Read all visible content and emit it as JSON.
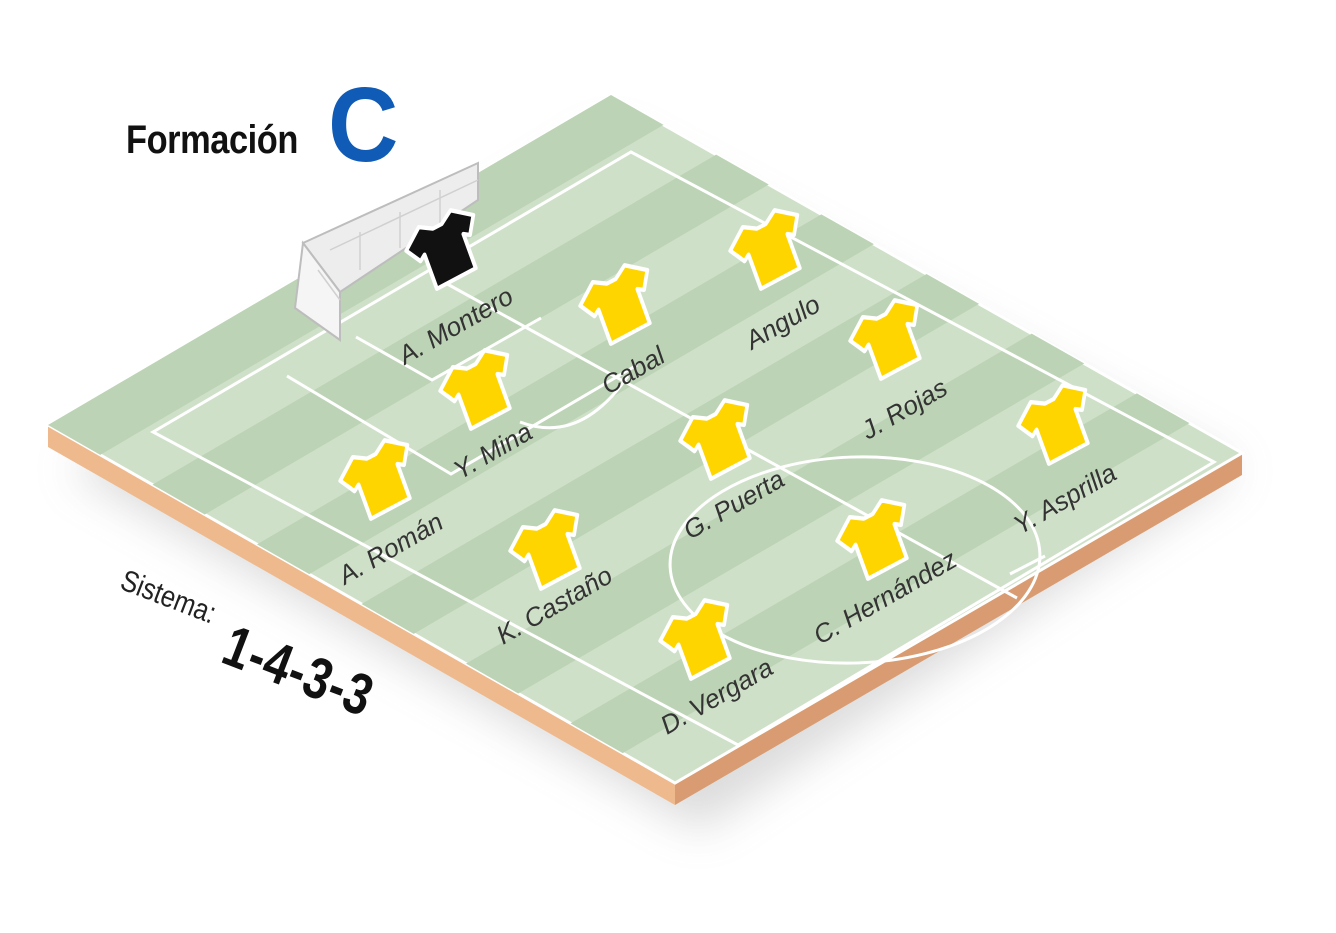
{
  "title": {
    "word": "Formación",
    "letter": "C"
  },
  "system": {
    "label": "Sistema:",
    "value": "1-4-3-3"
  },
  "colors": {
    "pitch_light": "#cfe0c9",
    "pitch_dark": "#bcd3b5",
    "pitch_edge": "#efb98e",
    "pitch_edge_dark": "#d99c72",
    "shirt_outfield": "#ffd500",
    "shirt_goalkeeper": "#111111",
    "title_accent": "#0f5bb5"
  },
  "players": [
    {
      "name": "A. Montero",
      "role": "goalkeeper"
    },
    {
      "name": "Y. Mina",
      "role": "outfield"
    },
    {
      "name": "Cabal",
      "role": "outfield"
    },
    {
      "name": "Angulo",
      "role": "outfield"
    },
    {
      "name": "A. Román",
      "role": "outfield"
    },
    {
      "name": "G. Puerta",
      "role": "outfield"
    },
    {
      "name": "J. Rojas",
      "role": "outfield"
    },
    {
      "name": "K. Castaño",
      "role": "outfield"
    },
    {
      "name": "C. Hernández",
      "role": "outfield"
    },
    {
      "name": "Y. Asprilla",
      "role": "outfield"
    },
    {
      "name": "D. Vergara",
      "role": "outfield"
    }
  ]
}
